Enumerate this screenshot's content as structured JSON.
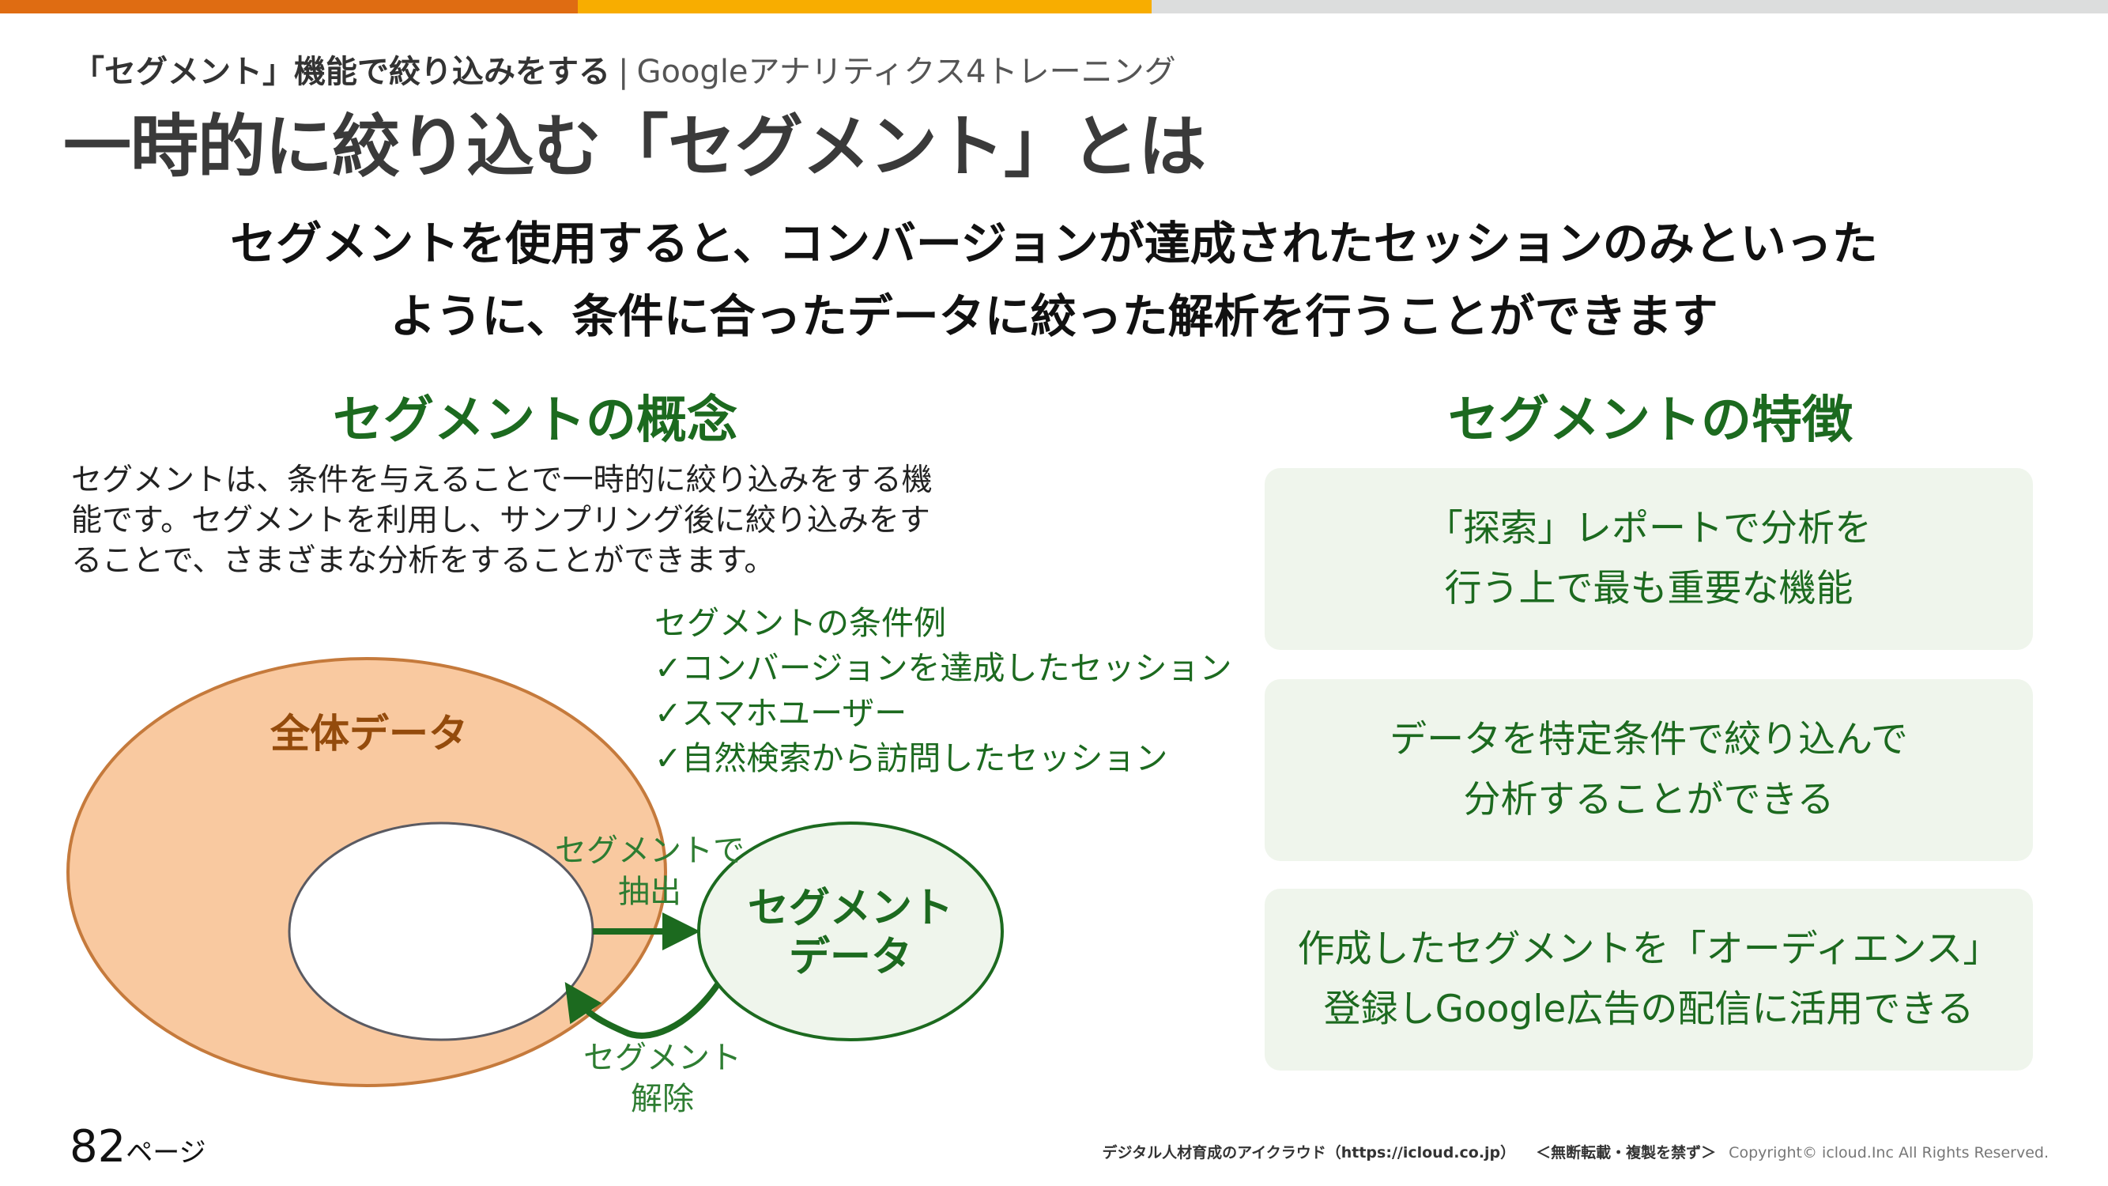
{
  "colors": {
    "bar_orange": "#df6c12",
    "bar_yellow": "#f8ad00",
    "bar_gray": "#dcdddd",
    "green": "#1c6a1f",
    "card_bg": "#eff5ec",
    "whole_fill": "#f9c9a0",
    "whole_stroke": "#c57a3c",
    "whole_text": "#944b0c",
    "segment_fill": "#eff5ec"
  },
  "header": {
    "subtitle_strong": "「セグメント」機能で絞り込みをする",
    "subtitle_sep": "|",
    "subtitle_light": "Googleアナリティクス4トレーニング",
    "title": "一時的に絞り込む「セグメント」とは"
  },
  "lead": {
    "line1": "セグメントを使用すると、コンバージョンが達成されたセッションのみといった",
    "line2": "ように、条件に合ったデータに絞った解析を行うことができます"
  },
  "left": {
    "heading": "セグメントの概念",
    "paragraph": [
      "セグメントは、条件を与えることで一時的に絞り込みをする機",
      "能です。セグメントを利用し、サンプリング後に絞り込みをす",
      "ることで、さまざまな分析をすることができます。"
    ],
    "diagram": {
      "whole_label": "全体データ",
      "segment_label_line1": "セグメント",
      "segment_label_line2": "データ",
      "conditions_title": "セグメントの条件例",
      "conditions": [
        "✓コンバージョンを達成したセッション",
        "✓スマホユーザー",
        "✓自然検索から訪問したセッション"
      ],
      "extract_line1": "セグメントで",
      "extract_line2": "抽出",
      "release_line1": "セグメント",
      "release_line2": "解除"
    }
  },
  "right": {
    "heading": "セグメントの特徴",
    "cards": [
      {
        "line1": "「探索」レポートで分析を",
        "line2": "行う上で最も重要な機能"
      },
      {
        "line1": "データを特定条件で絞り込んで",
        "line2": "分析することができる"
      },
      {
        "line1": "作成したセグメントを「オーディエンス」",
        "line2": "登録しGoogle広告の配信に活用できる"
      }
    ]
  },
  "footer": {
    "page_number": "82",
    "page_unit": "ページ",
    "company": "デジタル人材育成のアイクラウド（https://icloud.co.jp）",
    "notice": "＜無断転載・複製を禁ず＞",
    "copyright": "Copyright© icloud.Inc All Rights Reserved."
  }
}
